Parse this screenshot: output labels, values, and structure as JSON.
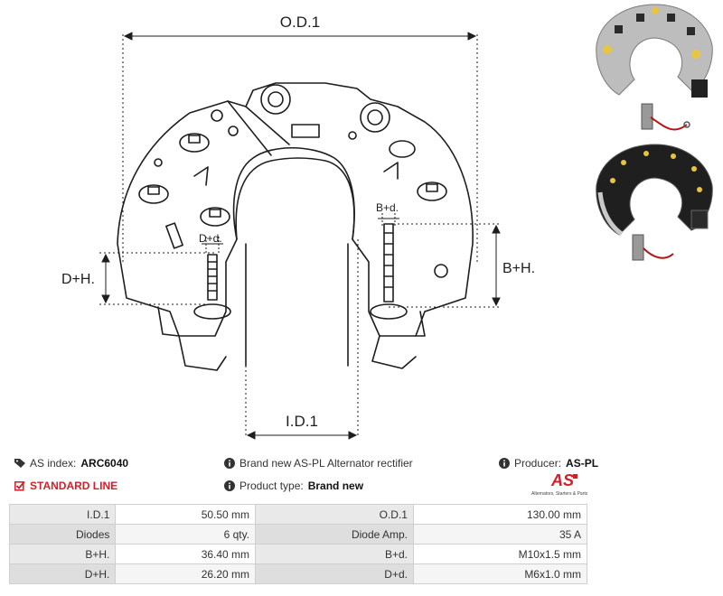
{
  "drawing_labels": {
    "od": "O.D.1",
    "id": "I.D.1",
    "dh": "D+H.",
    "bh": "B+H.",
    "dd": "D+d.",
    "bd": "B+d."
  },
  "info": {
    "as_index_label": "AS index:",
    "as_index_value": "ARC6040",
    "line_label": "STANDARD LINE",
    "desc": "Brand new AS-PL Alternator rectifier",
    "product_type_label": "Product type:",
    "product_type_value": "Brand new",
    "producer_label": "Producer:",
    "producer_value": "AS-PL",
    "logo_text": "AS",
    "logo_sub": "Alternators, Starters & Parts"
  },
  "specs": [
    {
      "k1": "I.D.1",
      "v1": "50.50 mm",
      "k2": "O.D.1",
      "v2": "130.00 mm"
    },
    {
      "k1": "Diodes",
      "v1": "6 qty.",
      "k2": "Diode Amp.",
      "v2": "35 A"
    },
    {
      "k1": "B+H.",
      "v1": "36.40 mm",
      "k2": "B+d.",
      "v2": "M10x1.5 mm"
    },
    {
      "k1": "D+H.",
      "v1": "26.20 mm",
      "k2": "D+d.",
      "v2": "M6x1.0 mm"
    }
  ],
  "colors": {
    "accent_red": "#d0202b",
    "line": "#222222"
  }
}
